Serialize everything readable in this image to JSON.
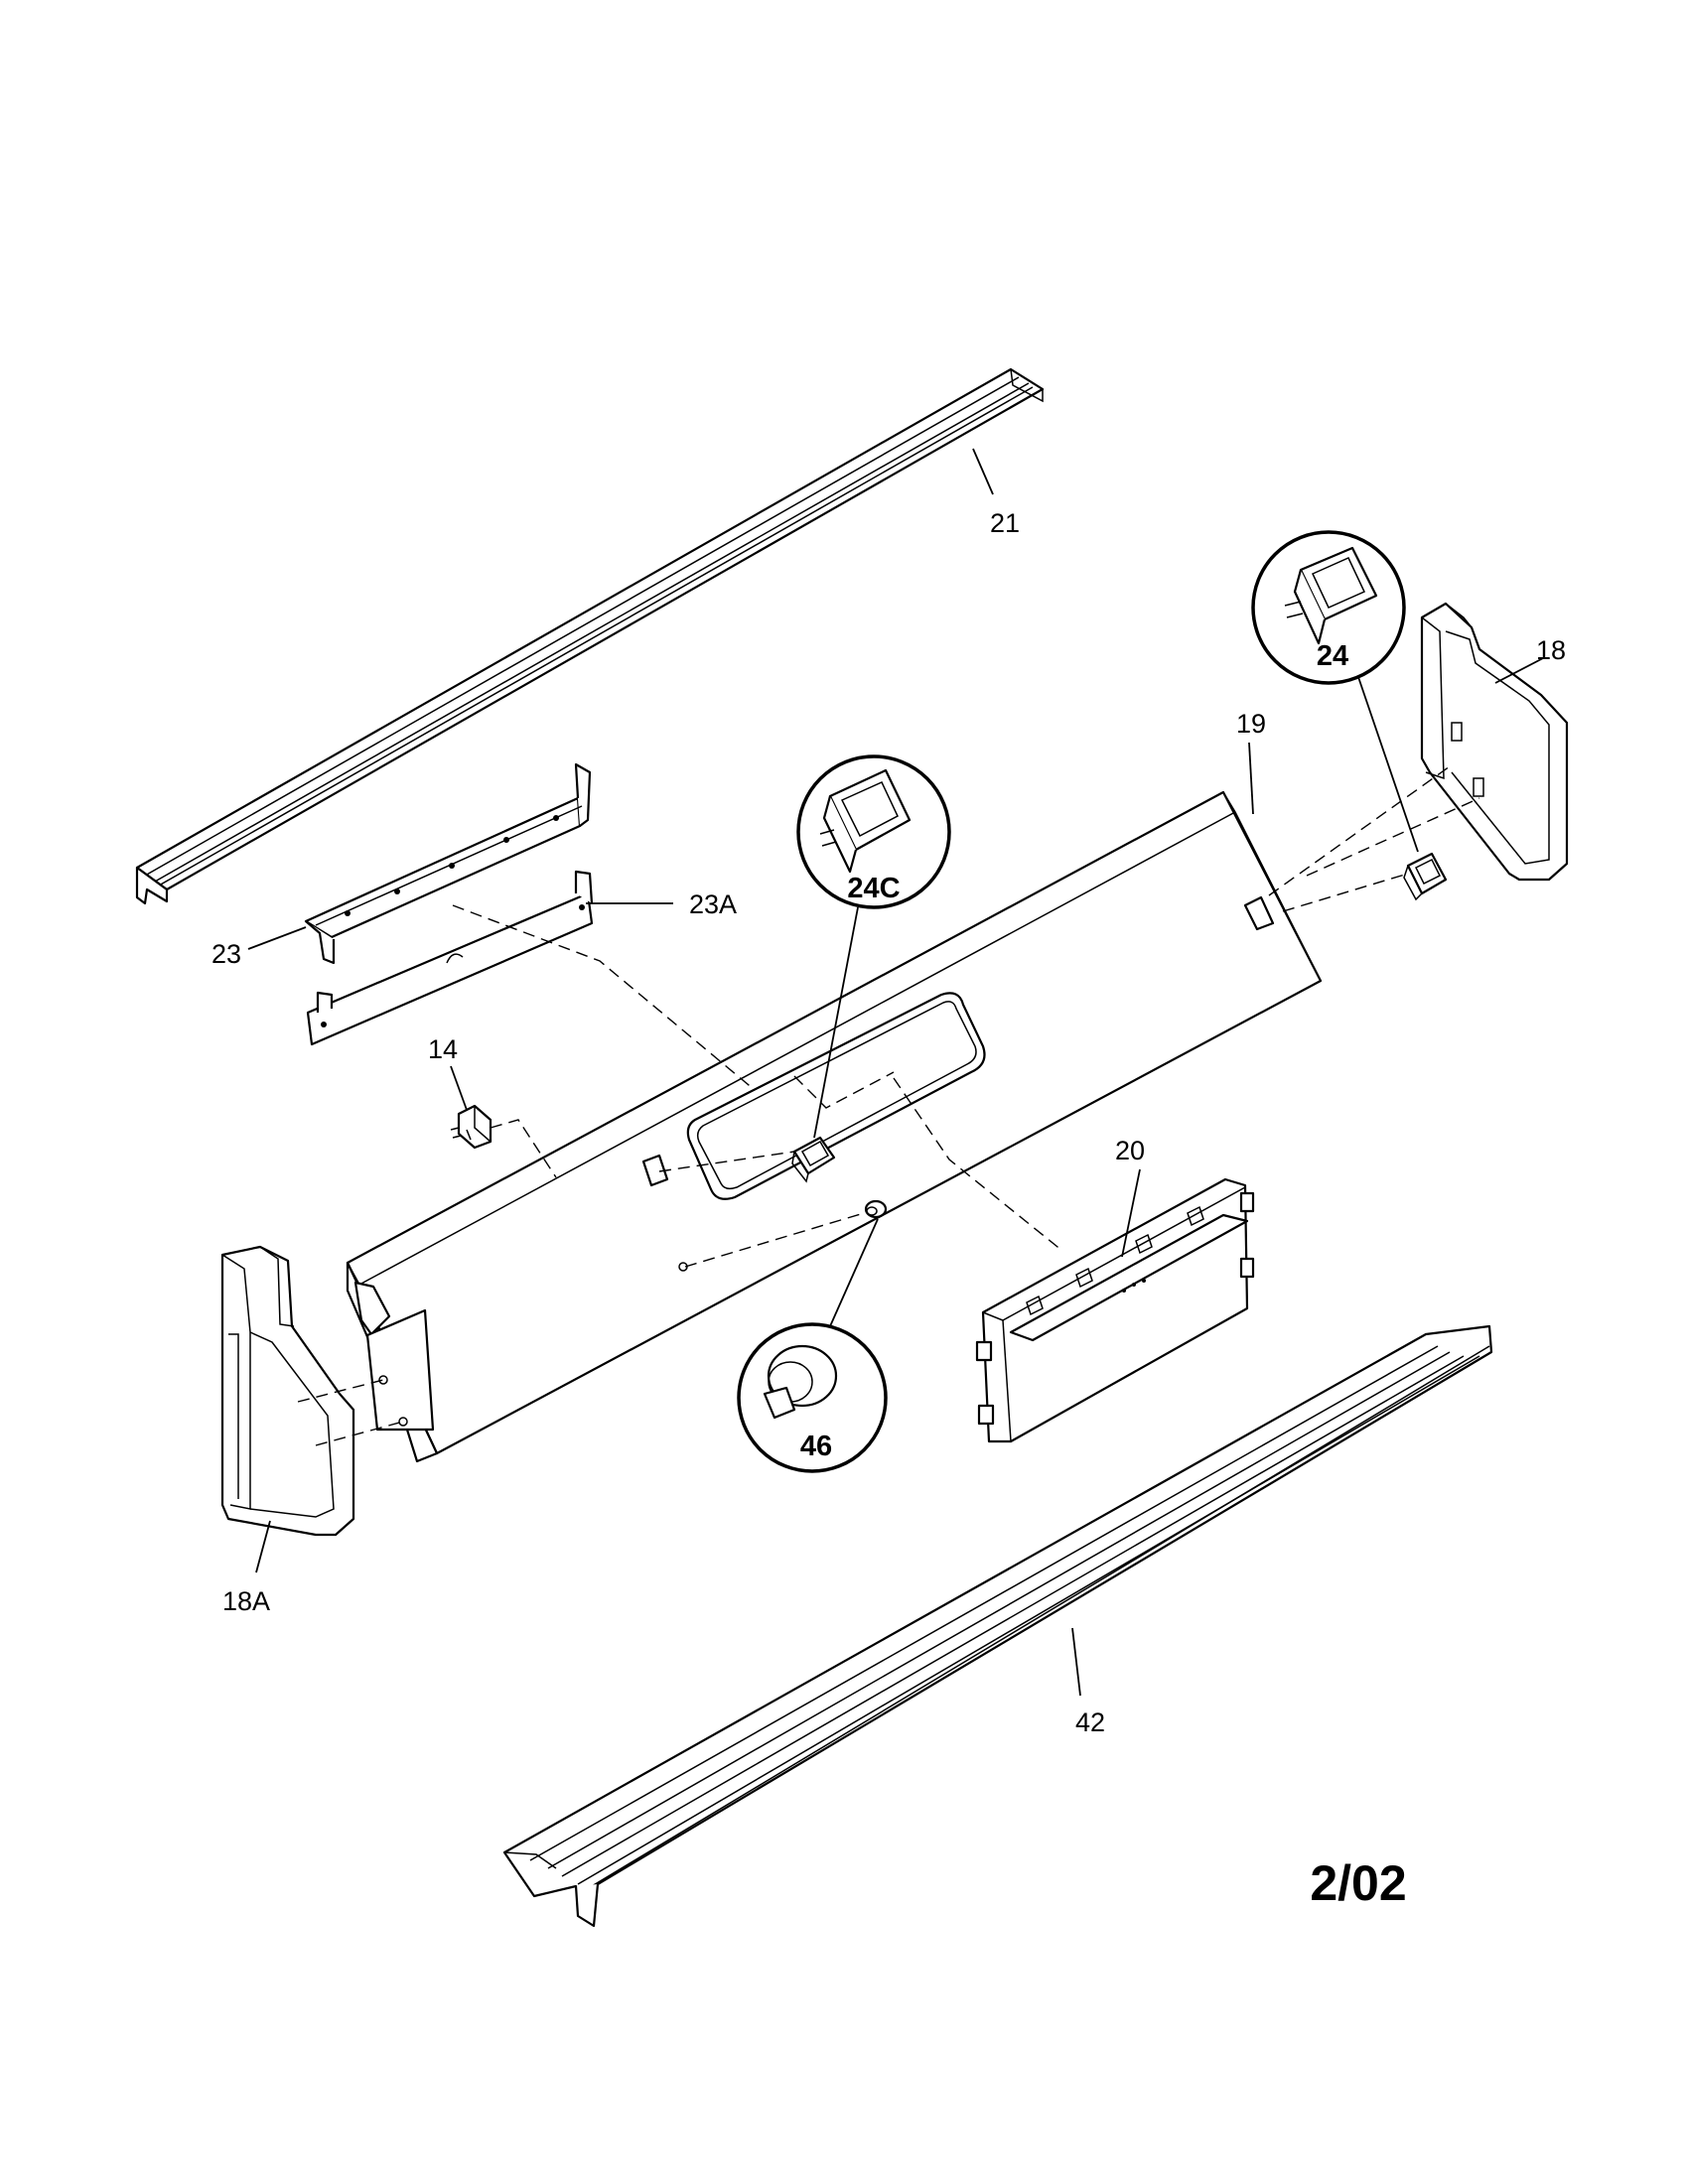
{
  "labels": {
    "p21": "21",
    "p18": "18",
    "p19": "19",
    "p24": "24",
    "p24c": "24C",
    "p23": "23",
    "p23a": "23A",
    "p14": "14",
    "p20": "20",
    "p18a": "18A",
    "p46": "46",
    "p42": "42"
  },
  "diagram_code": "2/02"
}
